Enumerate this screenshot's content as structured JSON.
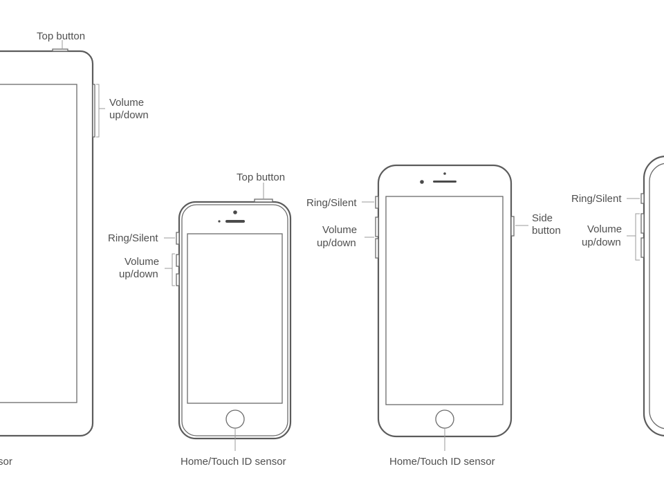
{
  "labels": {
    "ipad": {
      "top_button": "Top button",
      "volume_line1": "Volume",
      "volume_line2": "up/down",
      "home_partial": "sor"
    },
    "iphone_se": {
      "top_button": "Top button",
      "ring_silent": "Ring/Silent",
      "volume_line1": "Volume",
      "volume_line2": "up/down",
      "home_sensor": "Home/Touch ID sensor"
    },
    "iphone_8": {
      "ring_silent": "Ring/Silent",
      "volume_line1": "Volume",
      "volume_line2": "up/down",
      "side_line1": "Side",
      "side_line2": "button",
      "home_sensor": "Home/Touch ID sensor"
    },
    "iphone_x": {
      "ring_silent": "Ring/Silent",
      "volume_line1": "Volume",
      "volume_line2": "up/down"
    }
  }
}
